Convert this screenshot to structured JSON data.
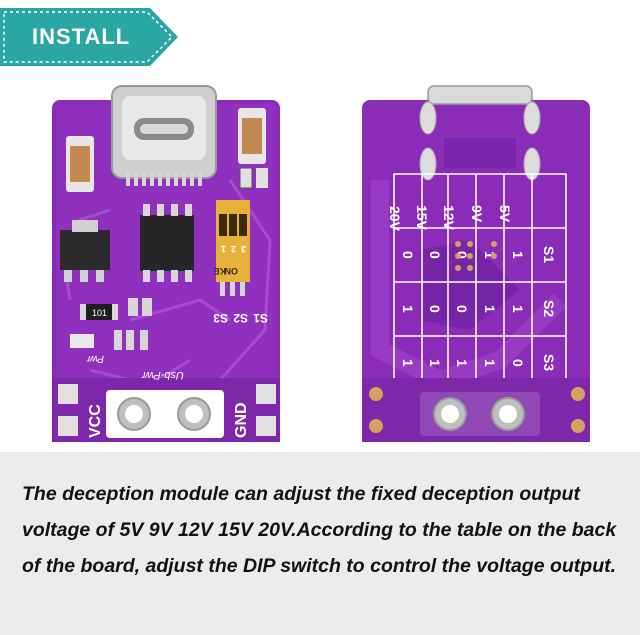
{
  "banner": {
    "label": "INSTALL",
    "color": "#2aa7a3"
  },
  "front_board": {
    "pin_vcc": "VCC",
    "pin_gnd": "GND",
    "silk_text": "Usb-Pwr",
    "pwr_label": "Pwr",
    "resistor_code": "101",
    "switch_labels": [
      "S1",
      "S2",
      "S3"
    ],
    "dip_numbers": [
      "1",
      "2",
      "3"
    ],
    "dip_on": "ON",
    "dip_brand": "KE"
  },
  "back_board": {
    "voltages": [
      "20V",
      "15V",
      "12V",
      "9V",
      "5V"
    ],
    "rows": [
      {
        "name": "S1",
        "values": [
          "0",
          "0",
          "0",
          "1",
          "1"
        ]
      },
      {
        "name": "S2",
        "values": [
          "1",
          "0",
          "0",
          "1",
          "1"
        ]
      },
      {
        "name": "S3",
        "values": [
          "1",
          "1",
          "1",
          "1",
          "0"
        ]
      }
    ]
  },
  "caption": {
    "text": "The deception module can adjust the fixed deception output voltage of 5V 9V 12V 15V 20V.According to the table on the back of the board, adjust the DIP switch to control the voltage output."
  },
  "colors": {
    "pcb": "#8a2cb8",
    "pcb_dark": "#6a1f94",
    "silk": "#ffffff",
    "caption_bg": "#ececec"
  }
}
